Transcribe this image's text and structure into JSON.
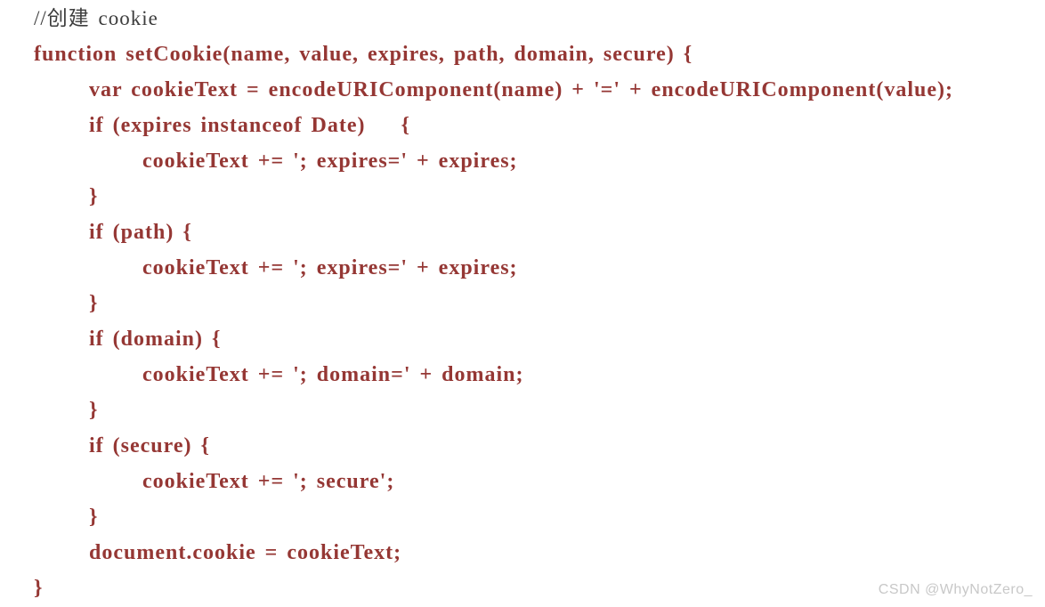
{
  "colors": {
    "background": "#ffffff",
    "code_text": "#953734",
    "comment_text": "#3d3d3d",
    "watermark_text": "#c8c8c8"
  },
  "code": {
    "language": "javascript",
    "lines": [
      "//创建 cookie",
      "function setCookie(name, value, expires, path, domain, secure) {",
      "var cookieText = encodeURIComponent(name) + '=' + encodeURIComponent(value);",
      "if (expires instanceof Date)    {",
      "cookieText += '; expires=' + expires;",
      "}",
      "if (path) {",
      "cookieText += '; expires=' + expires;",
      "}",
      "if (domain) {",
      "cookieText += '; domain=' + domain;",
      "}",
      "if (secure) {",
      "cookieText += '; secure';",
      "}",
      "document.cookie = cookieText;",
      "}"
    ]
  },
  "watermark": {
    "text": "CSDN @WhyNotZero_"
  }
}
